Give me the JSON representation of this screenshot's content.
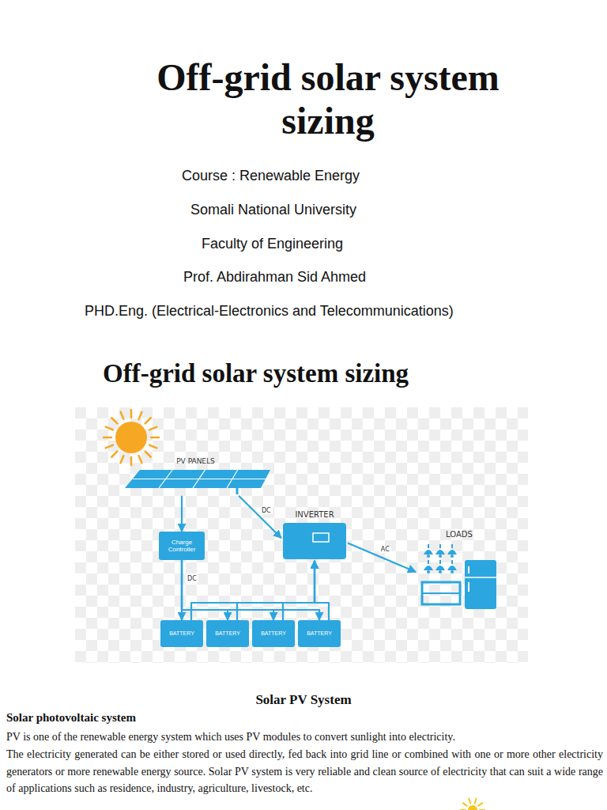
{
  "diagram": {
    "title": "Off-grid solar system sizing",
    "nodes": [
      {
        "text": [
          "PV PANELS"
        ]
      },
      {
        "text": [
          "Charge Controller"
        ]
      },
      {
        "text": [
          "INVERTER"
        ]
      },
      {
        "text": [
          "LOADS"
        ]
      },
      {
        "text": [
          "BATTERY"
        ]
      },
      {
        "text": [
          "BATTERY"
        ]
      },
      {
        "text": [
          "BATTERY"
        ]
      },
      {
        "text": [
          "BATTERY"
        ]
      }
    ],
    "edges": [
      {
        "from": 0,
        "to": 1,
        "arrow": "to"
      },
      {
        "from": 0,
        "to": 2,
        "label": "DC",
        "arrow": "to"
      },
      {
        "from": 1,
        "to": 4,
        "label": "DC",
        "arrow": "to"
      },
      {
        "from": 1,
        "to": 5,
        "arrow": "to"
      },
      {
        "from": 1,
        "to": 6,
        "arrow": "to"
      },
      {
        "from": 1,
        "to": 7,
        "arrow": "to"
      },
      {
        "from": 4,
        "to": 2,
        "arrow": "to"
      },
      {
        "from": 5,
        "to": 2,
        "arrow": "to"
      },
      {
        "from": 6,
        "to": 2,
        "arrow": "to"
      },
      {
        "from": 7,
        "to": 2,
        "arrow": "to"
      },
      {
        "from": 2,
        "to": 3,
        "label": "AC",
        "arrow": "to"
      }
    ],
    "labels": [
      "Course : Renewable Energy",
      "Somali National University",
      "Faculty of Engineering",
      "Prof. Abdirahman Sid Ahmed",
      "PHD.Eng. (Electrical-Electronics and Telecommunications)",
      "Off-grid solar system sizing",
      "Solar PV System",
      "Solar photovoltaic system",
      "PV is one of the renewable energy system which uses PV modules to convert sunlight into electricity.",
      "The electricity generated can be either stored or used directly, fed back into grid line or combined with one or more other electricity generators or more renewable energy source. Solar PV system is very reliable and clean source of electricity that can suit a wide range of applications such as residence, industry, agriculture, livestock, etc."
    ]
  }
}
